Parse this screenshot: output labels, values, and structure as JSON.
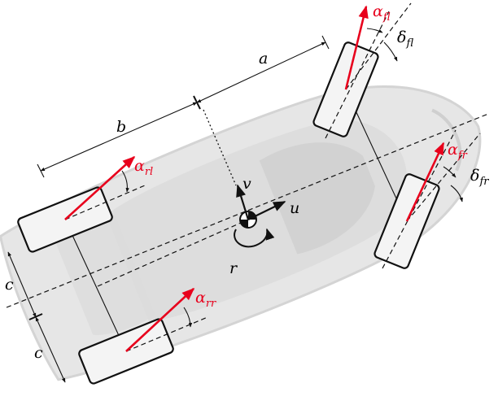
{
  "labels": {
    "a": "a",
    "b": "b",
    "c_top": "c",
    "c_bottom": "c",
    "u": "u",
    "v": "v",
    "r": "r",
    "alpha_main": "α",
    "delta_main": "δ",
    "fl": "fl",
    "fr": "fr",
    "rl": "rl",
    "rr": "rr"
  },
  "colors": {
    "slip_arrow": "#e8001c",
    "car_body": "#e6e6e6",
    "outline": "#111111"
  }
}
